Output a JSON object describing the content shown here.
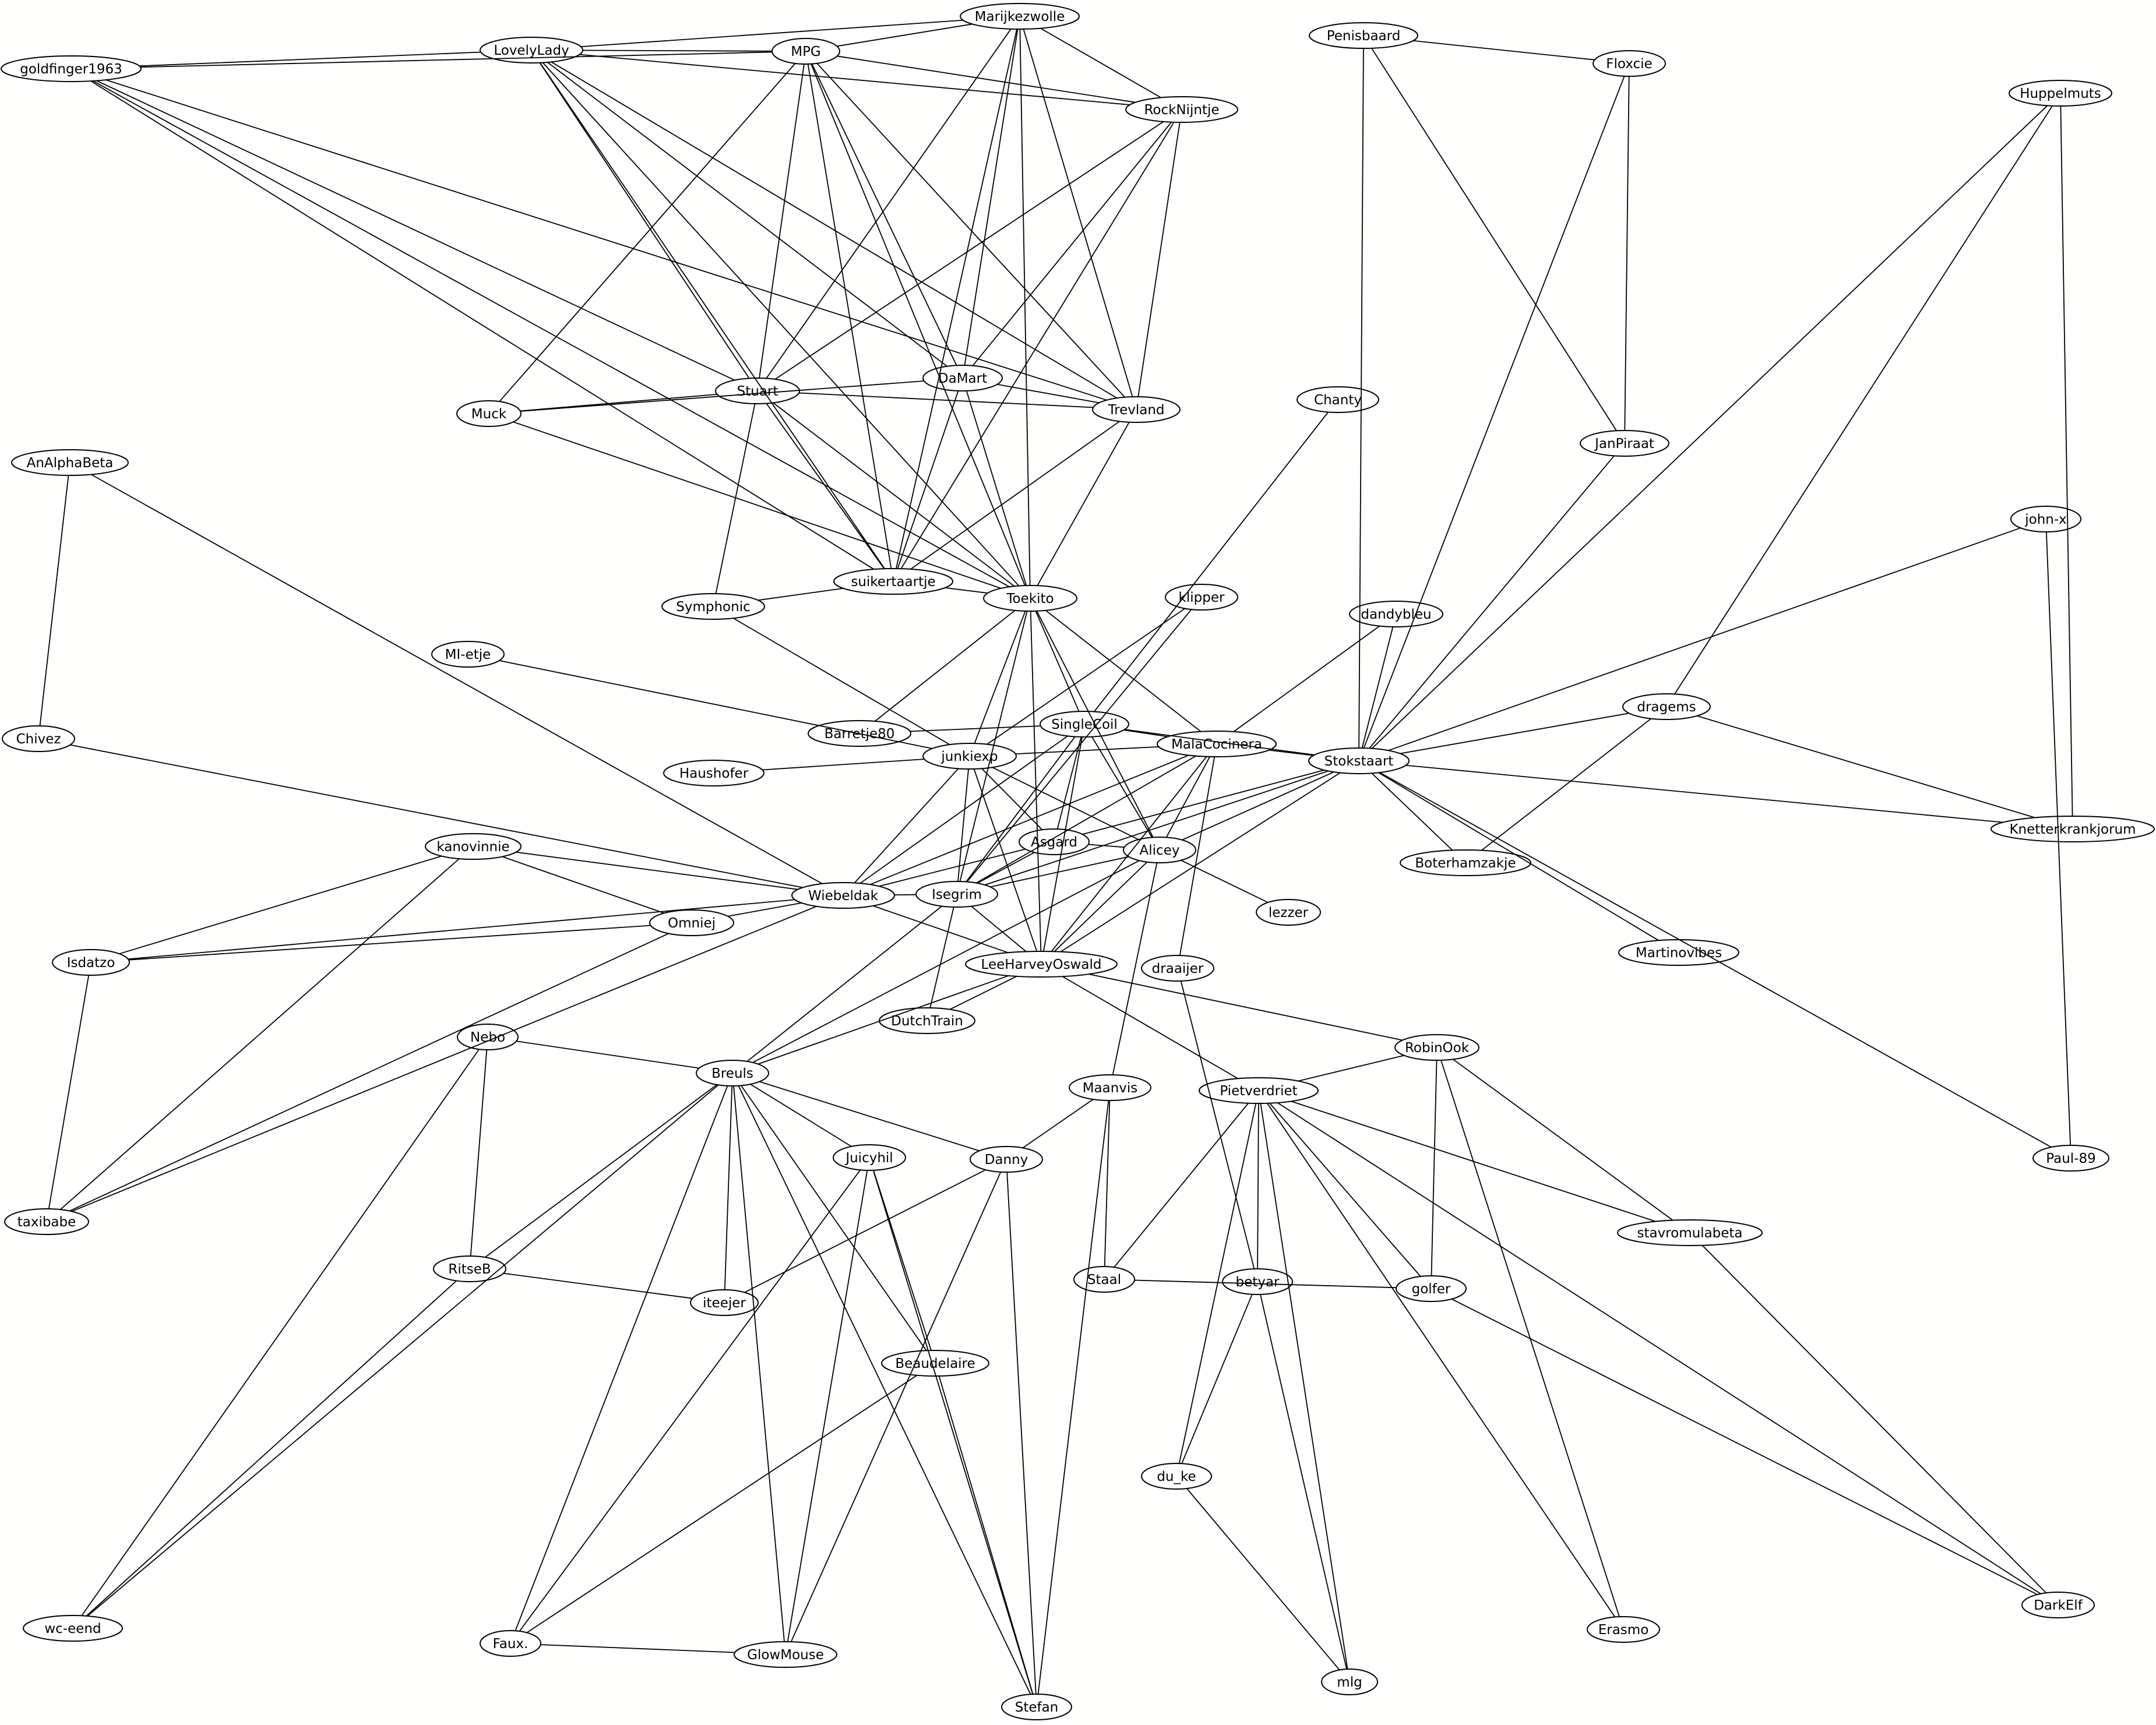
{
  "graph": {
    "nodes": [
      "Marijkezwolle",
      "LovelyLady",
      "MPG",
      "goldfinger1963",
      "RockNijntje",
      "Penisbaard",
      "Floxcie",
      "Huppelmuts",
      "Stuart",
      "DaMart",
      "Trevland",
      "Muck",
      "Chanty",
      "JanPiraat",
      "AnAlphaBeta",
      "john-x",
      "suikertaartje",
      "Toekito",
      "Symphonic",
      "klipper",
      "dandybleu",
      "MI-etje",
      "dragems",
      "Barretje80",
      "SingleCoil",
      "MalaCocinera",
      "junkiexp",
      "Stokstaart",
      "Haushofer",
      "Chivez",
      "Asgard",
      "Knetterkrankjorum",
      "kanovinnie",
      "Alicey",
      "Boterhamzakje",
      "Wiebeldak",
      "Isegrim",
      "lezzer",
      "Omniej",
      "Isdatzo",
      "Martinovibes",
      "LeeHarveyOswald",
      "draaijer",
      "DutchTrain",
      "Nebo",
      "RobinOok",
      "Breuls",
      "Maanvis",
      "Pietverdriet",
      "Juicyhil",
      "Danny",
      "Paul-89",
      "taxibabe",
      "stavromulabeta",
      "RitseB",
      "Staal",
      "betyar",
      "golfer",
      "iteejer",
      "Beaudelaire",
      "du_ke",
      "DarkElf",
      "wc-eend",
      "Erasmo",
      "Faux.",
      "GlowMouse",
      "mlg",
      "Stefan"
    ],
    "edges": [
      [
        "Marijkezwolle",
        "LovelyLady"
      ],
      [
        "Marijkezwolle",
        "MPG"
      ],
      [
        "Marijkezwolle",
        "RockNijntje"
      ],
      [
        "Marijkezwolle",
        "Stuart"
      ],
      [
        "Marijkezwolle",
        "DaMart"
      ],
      [
        "Marijkezwolle",
        "Trevland"
      ],
      [
        "Marijkezwolle",
        "suikertaartje"
      ],
      [
        "Marijkezwolle",
        "Toekito"
      ],
      [
        "LovelyLady",
        "goldfinger1963"
      ],
      [
        "LovelyLady",
        "MPG"
      ],
      [
        "LovelyLady",
        "RockNijntje"
      ],
      [
        "LovelyLady",
        "Stuart"
      ],
      [
        "LovelyLady",
        "DaMart"
      ],
      [
        "LovelyLady",
        "Trevland"
      ],
      [
        "LovelyLady",
        "suikertaartje"
      ],
      [
        "LovelyLady",
        "Toekito"
      ],
      [
        "goldfinger1963",
        "MPG"
      ],
      [
        "goldfinger1963",
        "Stuart"
      ],
      [
        "goldfinger1963",
        "Trevland"
      ],
      [
        "goldfinger1963",
        "suikertaartje"
      ],
      [
        "goldfinger1963",
        "Toekito"
      ],
      [
        "MPG",
        "RockNijntje"
      ],
      [
        "MPG",
        "Stuart"
      ],
      [
        "MPG",
        "DaMart"
      ],
      [
        "MPG",
        "Trevland"
      ],
      [
        "MPG",
        "Muck"
      ],
      [
        "MPG",
        "suikertaartje"
      ],
      [
        "MPG",
        "Toekito"
      ],
      [
        "RockNijntje",
        "Stuart"
      ],
      [
        "RockNijntje",
        "DaMart"
      ],
      [
        "RockNijntje",
        "Trevland"
      ],
      [
        "RockNijntje",
        "suikertaartje"
      ],
      [
        "Stuart",
        "Muck"
      ],
      [
        "Stuart",
        "Trevland"
      ],
      [
        "Stuart",
        "suikertaartje"
      ],
      [
        "Stuart",
        "Toekito"
      ],
      [
        "Stuart",
        "Symphonic"
      ],
      [
        "DaMart",
        "Muck"
      ],
      [
        "DaMart",
        "Trevland"
      ],
      [
        "DaMart",
        "suikertaartje"
      ],
      [
        "DaMart",
        "Toekito"
      ],
      [
        "Trevland",
        "suikertaartje"
      ],
      [
        "Trevland",
        "Toekito"
      ],
      [
        "Muck",
        "Toekito"
      ],
      [
        "Symphonic",
        "suikertaartje"
      ],
      [
        "suikertaartje",
        "Toekito"
      ],
      [
        "Symphonic",
        "junkiexp"
      ],
      [
        "Toekito",
        "Barretje80"
      ],
      [
        "Toekito",
        "SingleCoil"
      ],
      [
        "Toekito",
        "MalaCocinera"
      ],
      [
        "Toekito",
        "junkiexp"
      ],
      [
        "Toekito",
        "Isegrim"
      ],
      [
        "Toekito",
        "Alicey"
      ],
      [
        "Toekito",
        "LeeHarveyOswald"
      ],
      [
        "Penisbaard",
        "Floxcie"
      ],
      [
        "Penisbaard",
        "JanPiraat"
      ],
      [
        "Penisbaard",
        "Stokstaart"
      ],
      [
        "Floxcie",
        "JanPiraat"
      ],
      [
        "Floxcie",
        "Stokstaart"
      ],
      [
        "Huppelmuts",
        "Stokstaart"
      ],
      [
        "Huppelmuts",
        "dragems"
      ],
      [
        "Huppelmuts",
        "Knetterkrankjorum"
      ],
      [
        "JanPiraat",
        "Stokstaart"
      ],
      [
        "Chanty",
        "SingleCoil"
      ],
      [
        "john-x",
        "Stokstaart"
      ],
      [
        "john-x",
        "Paul-89"
      ],
      [
        "dandybleu",
        "MalaCocinera"
      ],
      [
        "dandybleu",
        "Stokstaart"
      ],
      [
        "dragems",
        "Stokstaart"
      ],
      [
        "dragems",
        "Knetterkrankjorum"
      ],
      [
        "dragems",
        "Boterhamzakje"
      ],
      [
        "klipper",
        "junkiexp"
      ],
      [
        "klipper",
        "Isegrim"
      ],
      [
        "MI-etje",
        "junkiexp"
      ],
      [
        "Barretje80",
        "SingleCoil"
      ],
      [
        "SingleCoil",
        "MalaCocinera"
      ],
      [
        "SingleCoil",
        "Stokstaart"
      ],
      [
        "SingleCoil",
        "Asgard"
      ],
      [
        "SingleCoil",
        "Alicey"
      ],
      [
        "SingleCoil",
        "Isegrim"
      ],
      [
        "SingleCoil",
        "LeeHarveyOswald"
      ],
      [
        "SingleCoil",
        "Wiebeldak"
      ],
      [
        "MalaCocinera",
        "junkiexp"
      ],
      [
        "MalaCocinera",
        "Stokstaart"
      ],
      [
        "MalaCocinera",
        "Alicey"
      ],
      [
        "MalaCocinera",
        "Wiebeldak"
      ],
      [
        "MalaCocinera",
        "Isegrim"
      ],
      [
        "MalaCocinera",
        "LeeHarveyOswald"
      ],
      [
        "MalaCocinera",
        "draaijer"
      ],
      [
        "junkiexp",
        "Haushofer"
      ],
      [
        "junkiexp",
        "Asgard"
      ],
      [
        "junkiexp",
        "Alicey"
      ],
      [
        "junkiexp",
        "Wiebeldak"
      ],
      [
        "junkiexp",
        "Isegrim"
      ],
      [
        "junkiexp",
        "LeeHarveyOswald"
      ],
      [
        "Stokstaart",
        "Knetterkrankjorum"
      ],
      [
        "Stokstaart",
        "Boterhamzakje"
      ],
      [
        "Stokstaart",
        "Martinovibes"
      ],
      [
        "Stokstaart",
        "Paul-89"
      ],
      [
        "Stokstaart",
        "Asgard"
      ],
      [
        "Stokstaart",
        "Alicey"
      ],
      [
        "Stokstaart",
        "LeeHarveyOswald"
      ],
      [
        "Stokstaart",
        "Isegrim"
      ],
      [
        "Chivez",
        "AnAlphaBeta"
      ],
      [
        "Chivez",
        "Wiebeldak"
      ],
      [
        "AnAlphaBeta",
        "Wiebeldak"
      ],
      [
        "Asgard",
        "Alicey"
      ],
      [
        "Asgard",
        "Isegrim"
      ],
      [
        "Asgard",
        "Wiebeldak"
      ],
      [
        "Alicey",
        "Isegrim"
      ],
      [
        "Alicey",
        "lezzer"
      ],
      [
        "Alicey",
        "LeeHarveyOswald"
      ],
      [
        "Alicey",
        "Breuls"
      ],
      [
        "Alicey",
        "Maanvis"
      ],
      [
        "kanovinnie",
        "Wiebeldak"
      ],
      [
        "kanovinnie",
        "Omniej"
      ],
      [
        "kanovinnie",
        "Isdatzo"
      ],
      [
        "kanovinnie",
        "taxibabe"
      ],
      [
        "Wiebeldak",
        "Isegrim"
      ],
      [
        "Wiebeldak",
        "Omniej"
      ],
      [
        "Wiebeldak",
        "Isdatzo"
      ],
      [
        "Wiebeldak",
        "LeeHarveyOswald"
      ],
      [
        "Wiebeldak",
        "taxibabe"
      ],
      [
        "Omniej",
        "Isdatzo"
      ],
      [
        "Omniej",
        "taxibabe"
      ],
      [
        "Isdatzo",
        "taxibabe"
      ],
      [
        "Isegrim",
        "LeeHarveyOswald"
      ],
      [
        "Isegrim",
        "DutchTrain"
      ],
      [
        "Isegrim",
        "Breuls"
      ],
      [
        "LeeHarveyOswald",
        "DutchTrain"
      ],
      [
        "LeeHarveyOswald",
        "RobinOok"
      ],
      [
        "LeeHarveyOswald",
        "Pietverdriet"
      ],
      [
        "LeeHarveyOswald",
        "Breuls"
      ],
      [
        "draaijer",
        "betyar"
      ],
      [
        "Nebo",
        "Breuls"
      ],
      [
        "Nebo",
        "RitseB"
      ],
      [
        "Nebo",
        "wc-eend"
      ],
      [
        "Breuls",
        "Juicyhil"
      ],
      [
        "Breuls",
        "Danny"
      ],
      [
        "Breuls",
        "RitseB"
      ],
      [
        "Breuls",
        "iteejer"
      ],
      [
        "Breuls",
        "Beaudelaire"
      ],
      [
        "Breuls",
        "Faux."
      ],
      [
        "Breuls",
        "GlowMouse"
      ],
      [
        "Breuls",
        "Stefan"
      ],
      [
        "Breuls",
        "wc-eend"
      ],
      [
        "Maanvis",
        "Danny"
      ],
      [
        "Maanvis",
        "Staal"
      ],
      [
        "Maanvis",
        "Stefan"
      ],
      [
        "Juicyhil",
        "Beaudelaire"
      ],
      [
        "Juicyhil",
        "Faux."
      ],
      [
        "Juicyhil",
        "GlowMouse"
      ],
      [
        "Juicyhil",
        "Stefan"
      ],
      [
        "Danny",
        "iteejer"
      ],
      [
        "Danny",
        "GlowMouse"
      ],
      [
        "Danny",
        "Stefan"
      ],
      [
        "RobinOok",
        "Pietverdriet"
      ],
      [
        "RobinOok",
        "golfer"
      ],
      [
        "RobinOok",
        "stavromulabeta"
      ],
      [
        "RobinOok",
        "Erasmo"
      ],
      [
        "Pietverdriet",
        "Staal"
      ],
      [
        "Pietverdriet",
        "betyar"
      ],
      [
        "Pietverdriet",
        "golfer"
      ],
      [
        "Pietverdriet",
        "stavromulabeta"
      ],
      [
        "Pietverdriet",
        "du_ke"
      ],
      [
        "Pietverdriet",
        "mlg"
      ],
      [
        "Pietverdriet",
        "Erasmo"
      ],
      [
        "Pietverdriet",
        "DarkElf"
      ],
      [
        "RitseB",
        "iteejer"
      ],
      [
        "RitseB",
        "wc-eend"
      ],
      [
        "Staal",
        "golfer"
      ],
      [
        "betyar",
        "du_ke"
      ],
      [
        "betyar",
        "mlg"
      ],
      [
        "golfer",
        "DarkElf"
      ],
      [
        "stavromulabeta",
        "DarkElf"
      ],
      [
        "Beaudelaire",
        "Faux."
      ],
      [
        "Beaudelaire",
        "Stefan"
      ],
      [
        "du_ke",
        "mlg"
      ],
      [
        "Faux.",
        "GlowMouse"
      ]
    ]
  }
}
